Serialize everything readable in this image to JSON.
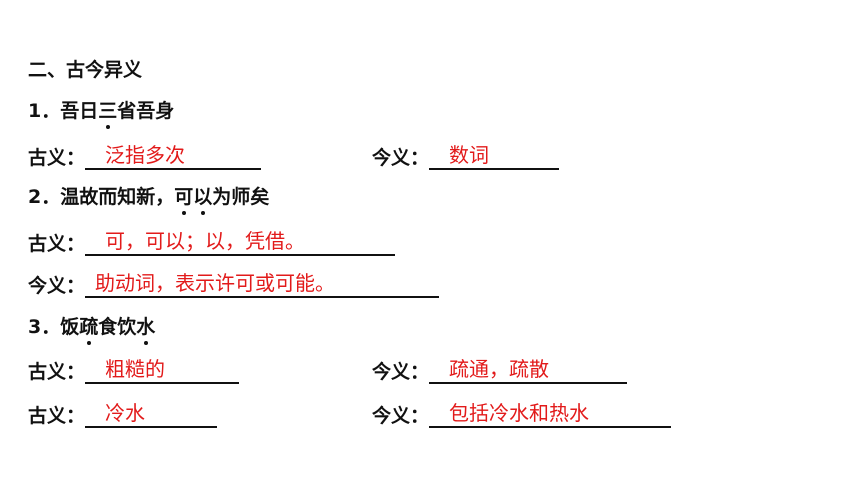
{
  "heading": "二、古今异义",
  "items": [
    {
      "number": "1．",
      "phrase_before": "吾日",
      "phrase_dot": "三",
      "phrase_after": "省吾身",
      "lines": [
        {
          "label": "古义：",
          "answer": "泛指多次"
        },
        {
          "label": "今义：",
          "answer": "数词"
        }
      ]
    },
    {
      "number": "2．",
      "phrase_before": "温故而知新，",
      "phrase_dot1": "可",
      "phrase_dot2": "以",
      "phrase_after": "为师矣",
      "lines": [
        {
          "label": "古义：",
          "answer": "可，可以；以，凭借。"
        },
        {
          "label": "今义：",
          "answer": "助动词，表示许可或可能。"
        }
      ]
    },
    {
      "number": "3．",
      "phrase_before": "饭",
      "phrase_dot1": "疏",
      "phrase_mid": "食饮",
      "phrase_dot2": "水",
      "phrase_after": "",
      "lines": [
        {
          "label": "古义：",
          "answer": "粗糙的"
        },
        {
          "label": "今义：",
          "answer": "疏通，疏散"
        },
        {
          "label": "古义：",
          "answer": "冷水"
        },
        {
          "label": "今义：",
          "answer": "包括冷水和热水"
        }
      ]
    }
  ]
}
